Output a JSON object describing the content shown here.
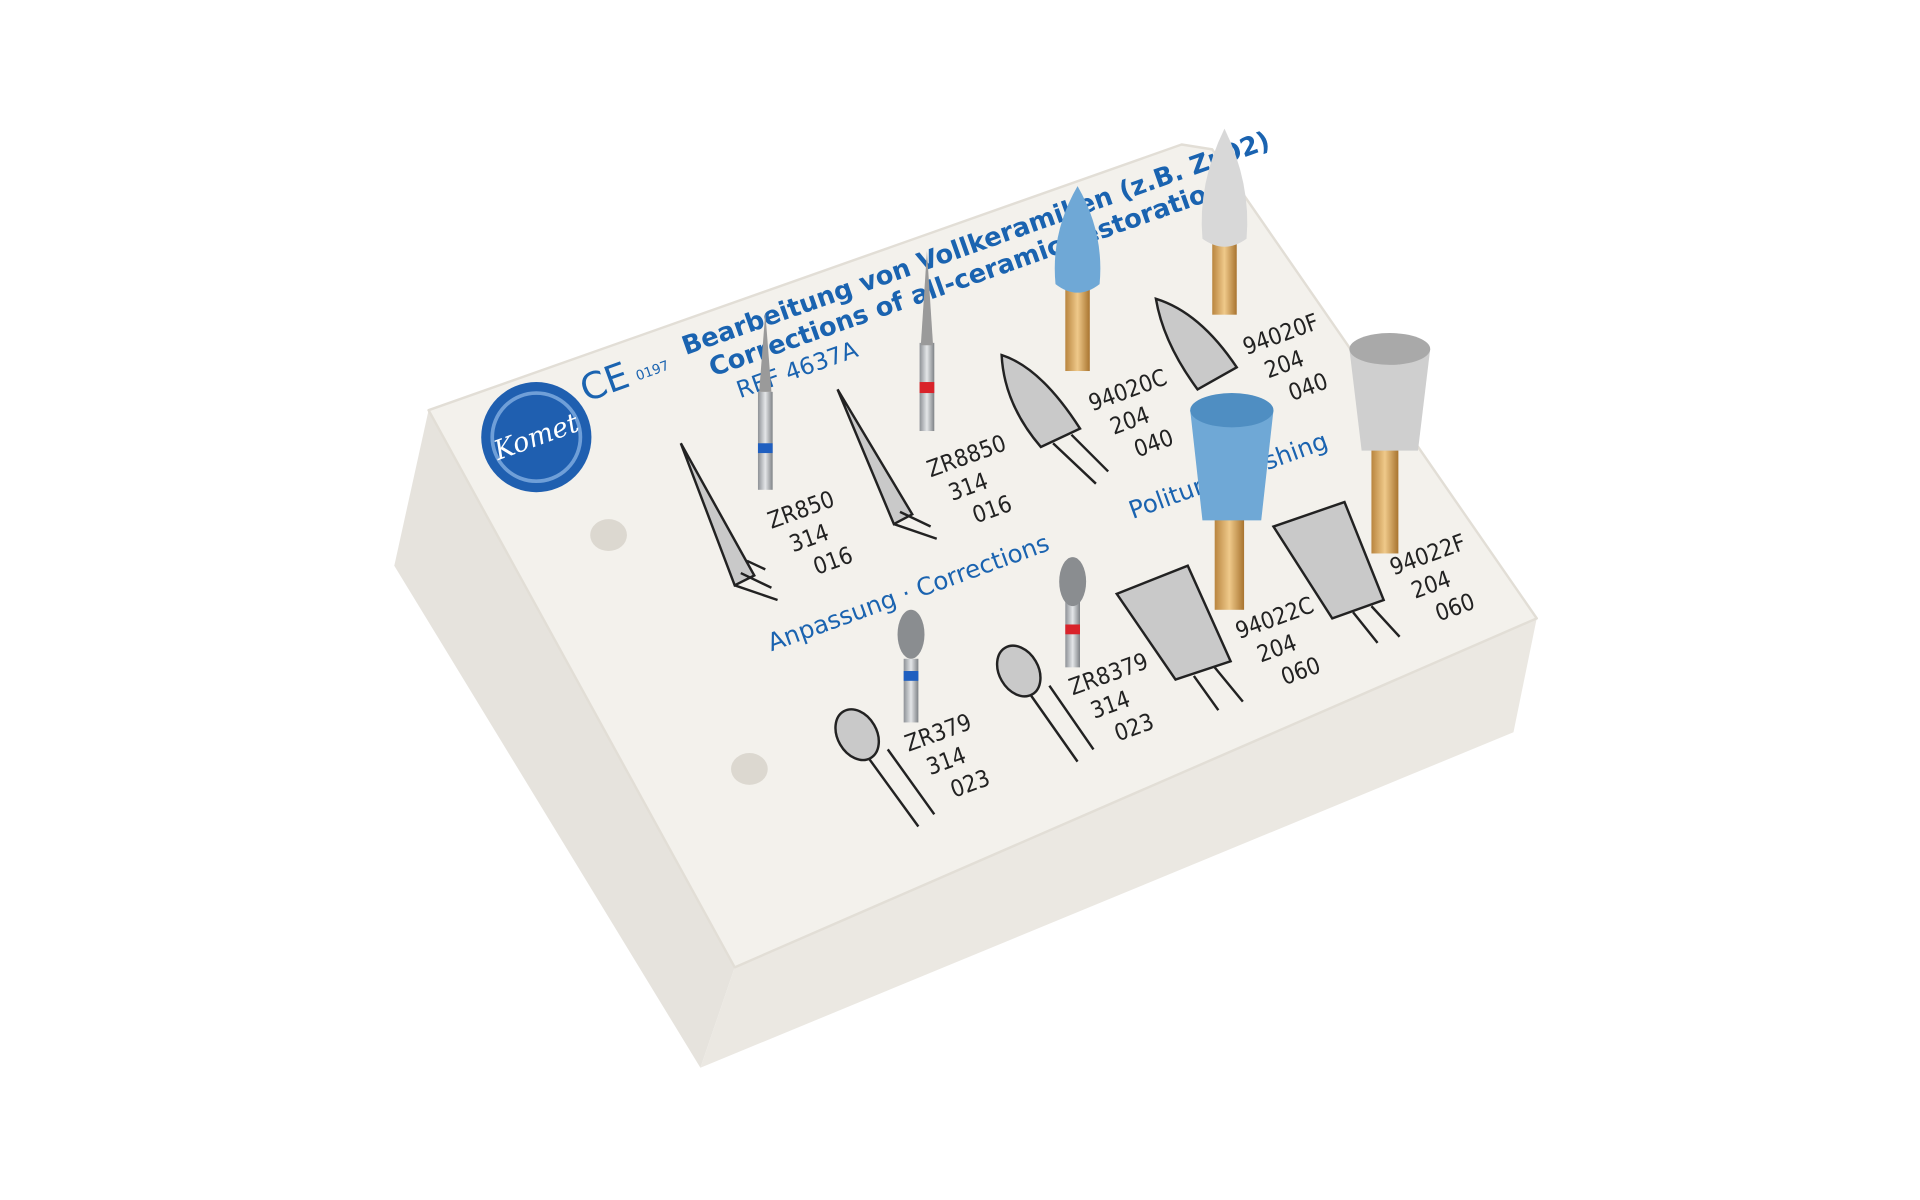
{
  "product": {
    "title_de": "Bearbeitung von Vollkeramiken (z.B. ZrO2)",
    "title_en": "Corrections of all-ceramic restorations",
    "ref": "REF 4637A",
    "ce_mark": "CE",
    "ce_number": "0197",
    "logo_text": "Komet",
    "section_corrections": "Anpassung · Corrections",
    "section_polishing": "Politur · Polishing"
  },
  "instruments": [
    {
      "code": "ZR850",
      "shank": "314",
      "size": "016",
      "band": "#1f5fc0"
    },
    {
      "code": "ZR8850",
      "shank": "314",
      "size": "016",
      "band": "#d9232a"
    },
    {
      "code": "94020C",
      "shank": "204",
      "size": "040",
      "band": "#6fa8d6"
    },
    {
      "code": "94020F",
      "shank": "204",
      "size": "040",
      "band": "#d8d8d8"
    },
    {
      "code": "ZR379",
      "shank": "314",
      "size": "023",
      "band": "#1f5fc0"
    },
    {
      "code": "ZR8379",
      "shank": "314",
      "size": "023",
      "band": "#d9232a"
    },
    {
      "code": "94022C",
      "shank": "204",
      "size": "060",
      "band": "#6fa8d6"
    },
    {
      "code": "94022F",
      "shank": "204",
      "size": "060",
      "band": "#d8d8d8"
    }
  ],
  "colors": {
    "text_blue": "#1a63b0",
    "box": "#f1efea",
    "gold": "#d3a25a"
  }
}
